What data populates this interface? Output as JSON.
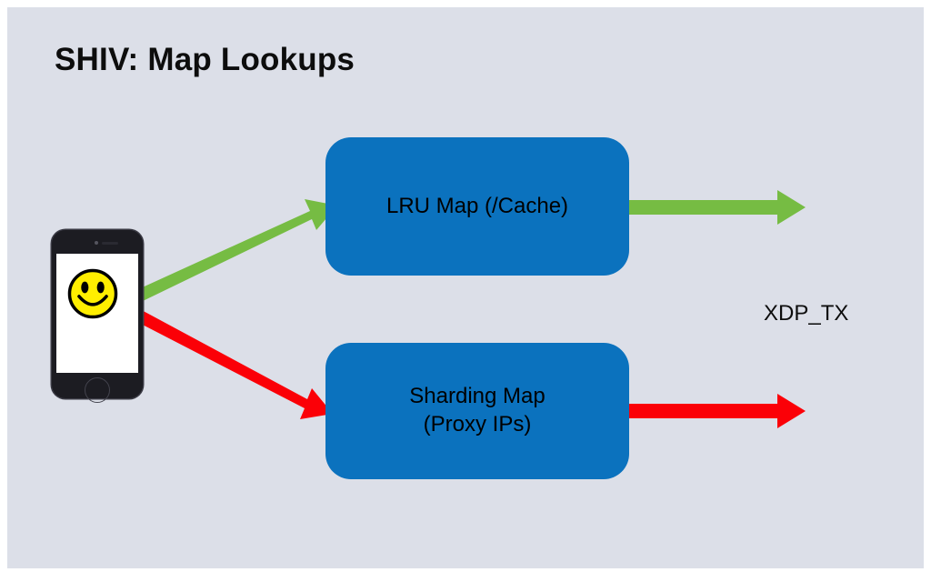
{
  "slide": {
    "title": "SHIV: Map Lookups",
    "background_color": "#dcdfe8",
    "page_color": "#ffffff"
  },
  "colors": {
    "box_blue": "#0b72be",
    "arrow_green": "#76bc43",
    "arrow_red": "#fb0007",
    "smiley_yellow": "#ffee00",
    "text_dark": "#0d0d0d"
  },
  "nodes": {
    "client": {
      "name": "smartphone-client",
      "icon": "smartphone-icon",
      "screen_icon": "smiley-face-icon"
    },
    "lru_map": {
      "label": "LRU Map (/Cache)"
    },
    "sharding_map": {
      "label_line1": "Sharding Map",
      "label_line2": "(Proxy IPs)"
    }
  },
  "labels": {
    "xdp_tx": "XDP_TX"
  },
  "arrows": [
    {
      "name": "client-to-lru-arrow",
      "color": "#76bc43",
      "from": "smartphone-client",
      "to": "lru_map"
    },
    {
      "name": "client-to-sharding-arrow",
      "color": "#fb0007",
      "from": "smartphone-client",
      "to": "sharding_map"
    },
    {
      "name": "lru-egress-arrow",
      "color": "#76bc43",
      "from": "lru_map",
      "to": "xdp_tx"
    },
    {
      "name": "sharding-egress-arrow",
      "color": "#fb0007",
      "from": "sharding_map",
      "to": "xdp_tx"
    }
  ]
}
